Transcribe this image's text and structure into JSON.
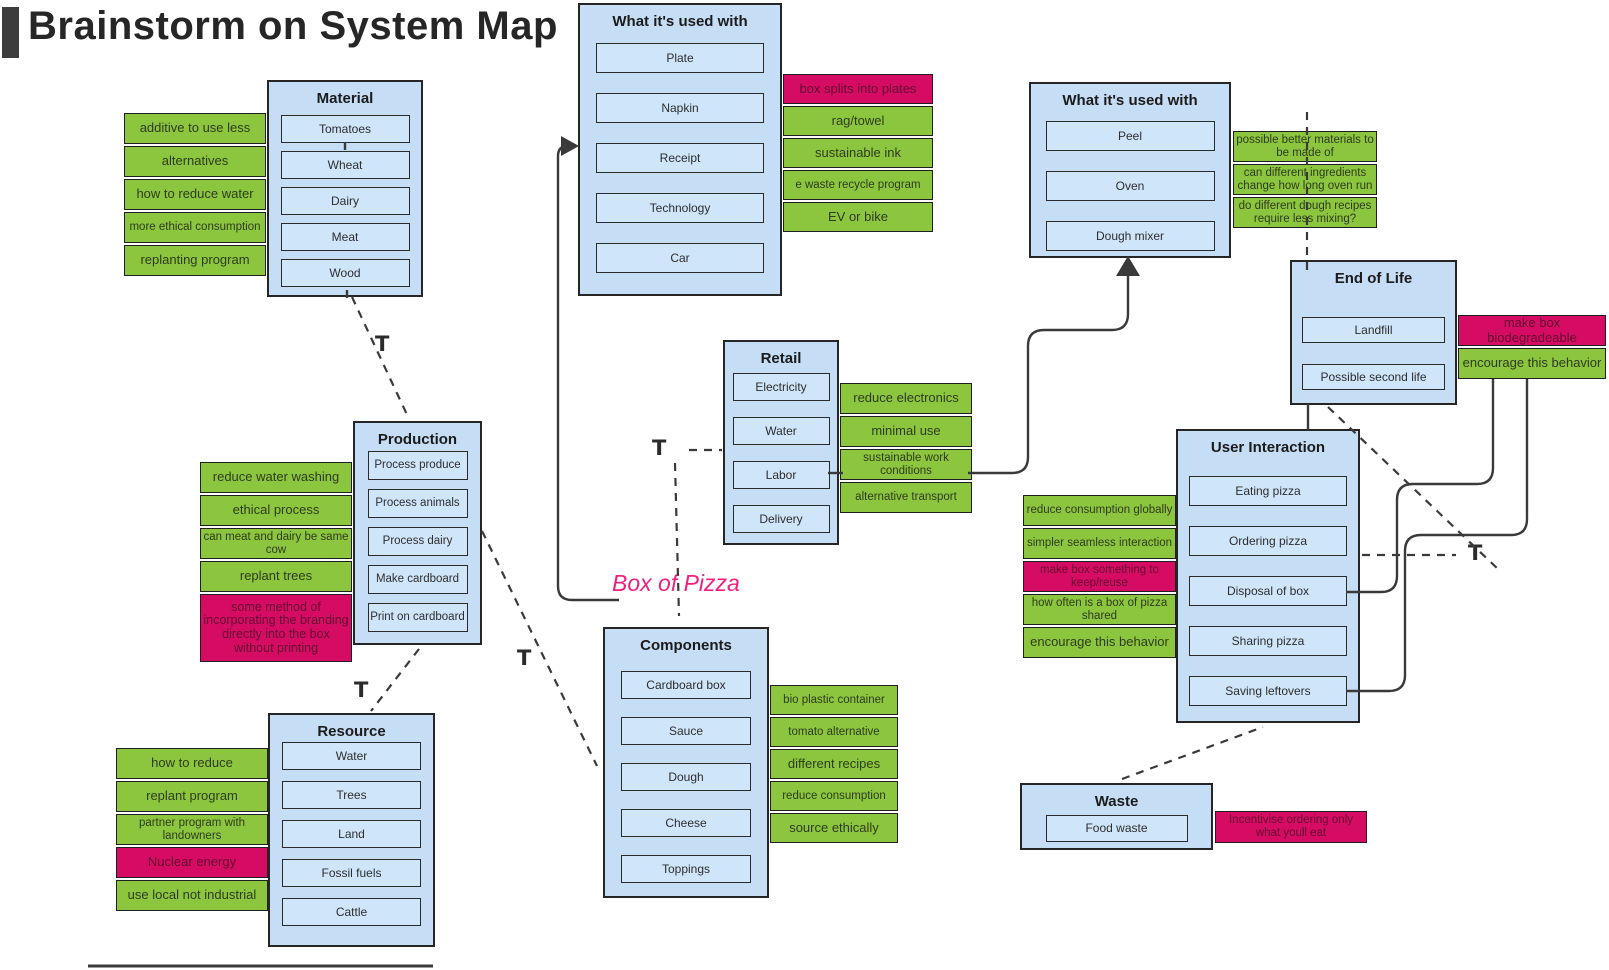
{
  "title": "Brainstorm on System Map",
  "center_label": "Box of Pizza",
  "t_label": "T",
  "colors": {
    "blue": "#c6def5",
    "blue2": "#cfe6fa",
    "green": "#8cc63e",
    "pink": "#d60b63",
    "label-pink": "#f0217e",
    "ink": "#262626",
    "connector": "#3a3a3a"
  },
  "groups": {
    "material": {
      "title": "Material",
      "items": [
        "Tomatoes",
        "Wheat",
        "Dairy",
        "Meat",
        "Wood"
      ],
      "notes": [
        {
          "text": "additive to use less",
          "color": "green"
        },
        {
          "text": "alternatives",
          "color": "green"
        },
        {
          "text": "how to reduce water",
          "color": "green"
        },
        {
          "text": "more ethical consumption",
          "color": "green"
        },
        {
          "text": "replanting program",
          "color": "green"
        }
      ]
    },
    "used_with_products": {
      "title": "What it's used with",
      "items": [
        "Plate",
        "Napkin",
        "Receipt",
        "Technology",
        "Car"
      ],
      "notes": [
        {
          "text": "box splits into plates",
          "color": "pink"
        },
        {
          "text": "rag/towel",
          "color": "green"
        },
        {
          "text": "sustainable ink",
          "color": "green"
        },
        {
          "text": "e waste recycle program",
          "color": "green"
        },
        {
          "text": "EV or bike",
          "color": "green"
        }
      ]
    },
    "used_with_tools": {
      "title": "What it's used with",
      "items": [
        "Peel",
        "Oven",
        "Dough mixer"
      ],
      "notes": [
        {
          "text": "possible better materials to be made of",
          "color": "green"
        },
        {
          "text": "can different ingredients change how long oven run",
          "color": "green"
        },
        {
          "text": "do different dough recipes require less mixing?",
          "color": "green"
        }
      ]
    },
    "end_of_life": {
      "title": "End of Life",
      "items": [
        "Landfill",
        "Possible second life"
      ],
      "notes": [
        {
          "text": "make box biodegradeable",
          "color": "pink"
        },
        {
          "text": "encourage this behavior",
          "color": "green"
        }
      ]
    },
    "retail": {
      "title": "Retail",
      "items": [
        "Electricity",
        "Water",
        "Labor",
        "Delivery"
      ],
      "notes": [
        {
          "text": "reduce electronics",
          "color": "green"
        },
        {
          "text": "minimal use",
          "color": "green"
        },
        {
          "text": "sustainable work conditions",
          "color": "green"
        },
        {
          "text": "alternative transport",
          "color": "green"
        }
      ]
    },
    "production": {
      "title": "Production",
      "items": [
        "Process produce",
        "Process animals",
        "Process dairy",
        "Make cardboard",
        "Print on cardboard"
      ],
      "notes": [
        {
          "text": "reduce water washing",
          "color": "green"
        },
        {
          "text": "ethical process",
          "color": "green"
        },
        {
          "text": "can meat and dairy be same cow",
          "color": "green"
        },
        {
          "text": "replant trees",
          "color": "green"
        },
        {
          "text": "some method of incorporating the branding directly into the box without printing",
          "color": "pink"
        }
      ]
    },
    "resource": {
      "title": "Resource",
      "items": [
        "Water",
        "Trees",
        "Land",
        "Fossil fuels",
        "Cattle"
      ],
      "notes": [
        {
          "text": "how to reduce",
          "color": "green"
        },
        {
          "text": "replant program",
          "color": "green"
        },
        {
          "text": "partner program with landowners",
          "color": "green"
        },
        {
          "text": "Nuclear energy",
          "color": "pink"
        },
        {
          "text": "use local not industrial",
          "color": "green"
        }
      ]
    },
    "components": {
      "title": "Components",
      "items": [
        "Cardboard box",
        "Sauce",
        "Dough",
        "Cheese",
        "Toppings"
      ],
      "notes": [
        {
          "text": "bio plastic container",
          "color": "green"
        },
        {
          "text": "tomato alternative",
          "color": "green"
        },
        {
          "text": "different recipes",
          "color": "green"
        },
        {
          "text": "reduce consumption",
          "color": "green"
        },
        {
          "text": "source ethically",
          "color": "green"
        }
      ]
    },
    "user_interaction": {
      "title": "User Interaction",
      "items": [
        "Eating pizza",
        "Ordering pizza",
        "Disposal of box",
        "Sharing pizza",
        "Saving leftovers"
      ],
      "notes": [
        {
          "text": "reduce consumption globally",
          "color": "green"
        },
        {
          "text": "simpler seamless interaction",
          "color": "green"
        },
        {
          "text": "make box something to keep/reuse",
          "color": "pink"
        },
        {
          "text": "how often is a box of pizza shared",
          "color": "green"
        },
        {
          "text": "encourage this behavior",
          "color": "green"
        }
      ]
    },
    "waste": {
      "title": "Waste",
      "items": [
        "Food waste"
      ],
      "notes": [
        {
          "text": "Incentivise ordering only what youll eat",
          "color": "pink"
        }
      ]
    }
  }
}
